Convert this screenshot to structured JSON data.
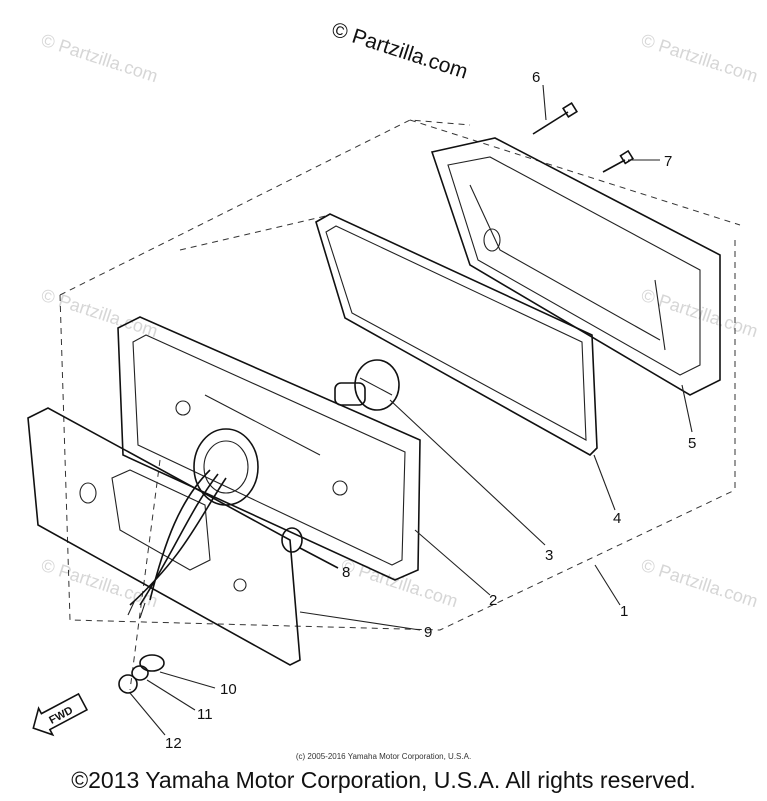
{
  "watermark_top": "© Partzilla.com",
  "watermark_repeat": "© Partzilla.com",
  "small_credit": "(c) 2005-2016 Yamaha Motor Corporation, U.S.A.",
  "footer_copyright": "©2013 Yamaha Motor Corporation, U.S.A. All rights reserved.",
  "fwd_label": "FWD",
  "callouts": [
    "1",
    "2",
    "3",
    "4",
    "5",
    "6",
    "7",
    "8",
    "9",
    "10",
    "11",
    "12"
  ]
}
